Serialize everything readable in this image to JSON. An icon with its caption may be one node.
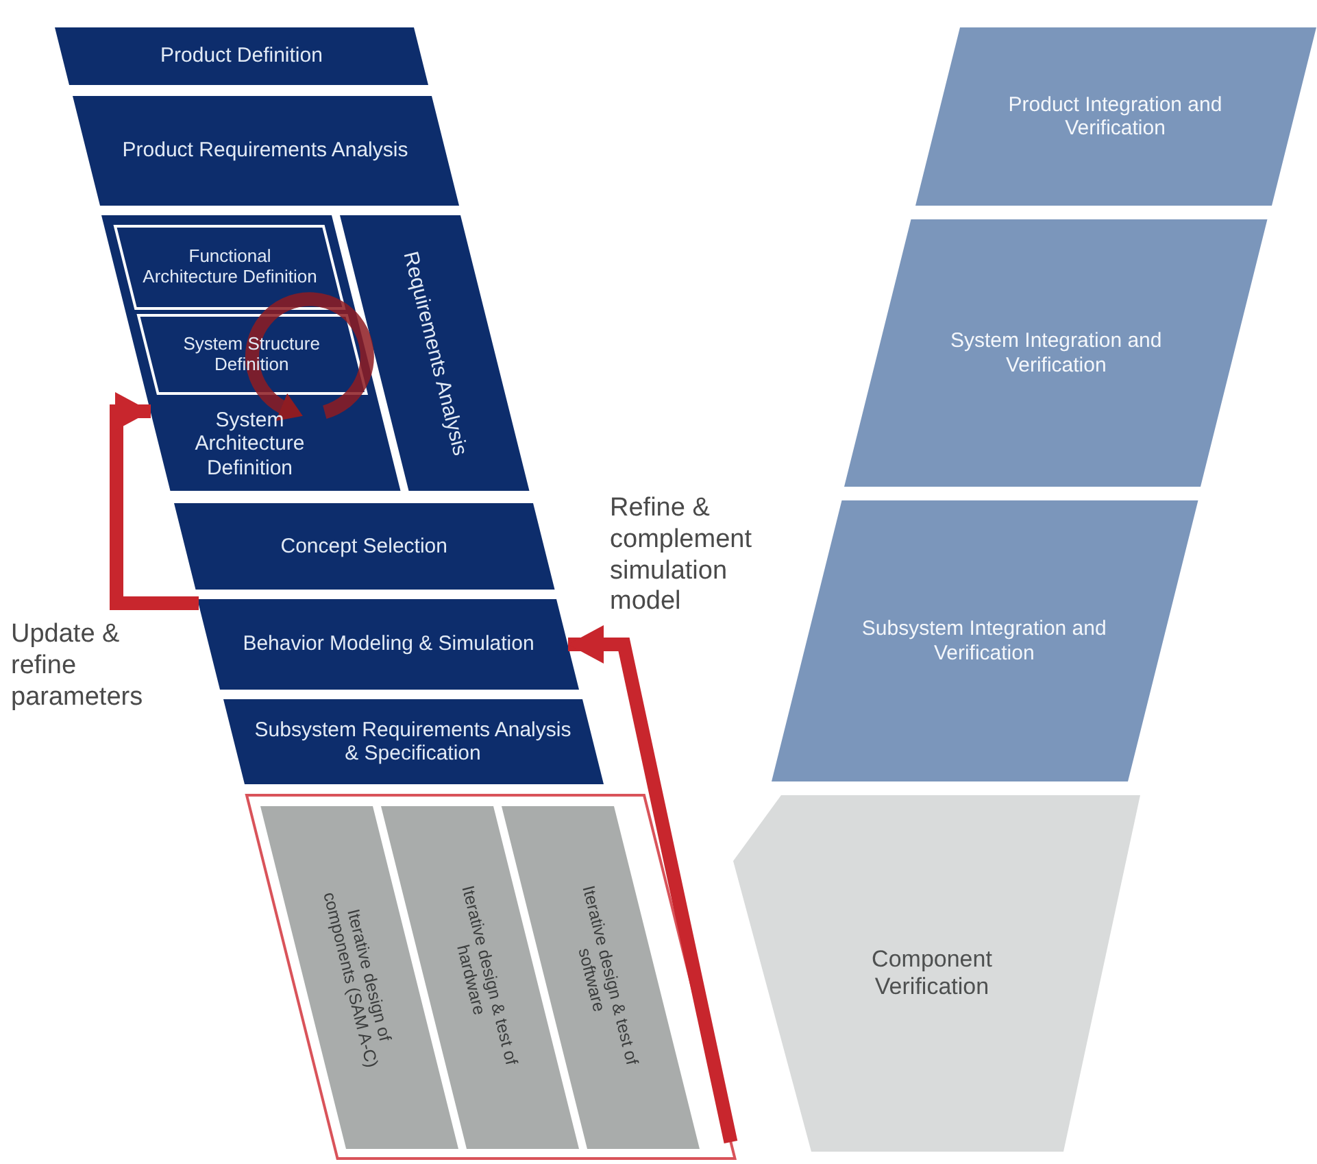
{
  "diagram": {
    "nodes": [
      {
        "text": [
          "Product Definition"
        ]
      },
      {
        "text": [
          "Product Requirements Analysis"
        ]
      },
      {
        "text": [
          "System Architecture Definition"
        ]
      },
      {
        "text": [
          "Functional Architecture Definition"
        ],
        "in": 2
      },
      {
        "text": [
          "System Structure Definition"
        ],
        "in": 2
      },
      {
        "text": [
          "Requirements Analysis"
        ]
      },
      {
        "text": [
          "Concept Selection"
        ]
      },
      {
        "text": [
          "Behavior Modeling & Simulation"
        ]
      },
      {
        "text": [
          "Subsystem Requirements Analysis & Specification"
        ]
      },
      {
        "text": [],
        "shape": "box"
      },
      {
        "text": [
          "Iterative design of components (SAM A-C)"
        ],
        "in": 9
      },
      {
        "text": [
          "Iterative design & test of hardware"
        ],
        "in": 9
      },
      {
        "text": [
          "Iterative design & test of software"
        ],
        "in": 9
      },
      {
        "text": [
          "Product Integration and Verification"
        ]
      },
      {
        "text": [
          "System Integration and Verification"
        ]
      },
      {
        "text": [
          "Subsystem Integration and Verification"
        ]
      },
      {
        "text": [
          "Component Verification"
        ]
      }
    ],
    "edges": [
      {
        "from": 7,
        "to": 2,
        "arrow": "to",
        "label": "Update & refine parameters"
      },
      {
        "from": 9,
        "to": 7,
        "arrow": "to",
        "label": "Refine & complement simulation model"
      }
    ]
  }
}
